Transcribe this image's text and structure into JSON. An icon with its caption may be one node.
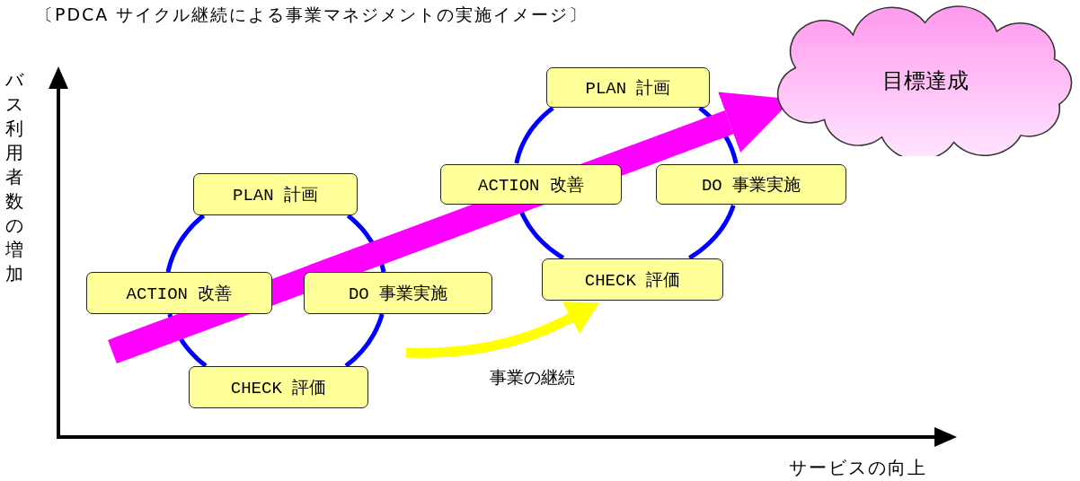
{
  "diagram": {
    "title": "〔PDCA サイクル継続による事業マネジメントの実施イメージ〕",
    "nodes": [
      {
        "text": [
          "PLAN 計画"
        ]
      },
      {
        "text": [
          "DO 事業実施"
        ]
      },
      {
        "text": [
          "CHECK 評価"
        ]
      },
      {
        "text": [
          "ACTION 改善"
        ]
      },
      {
        "text": [
          "PLAN 計画"
        ]
      },
      {
        "text": [
          "DO 事業実施"
        ]
      },
      {
        "text": [
          "CHECK 評価"
        ]
      },
      {
        "text": [
          "ACTION 改善"
        ]
      },
      {
        "text": [
          "目標達成"
        ]
      }
    ],
    "edges": [
      {
        "from": 0,
        "to": 1,
        "arrow": "none"
      },
      {
        "from": 1,
        "to": 2,
        "arrow": "none"
      },
      {
        "from": 2,
        "to": 3,
        "arrow": "none"
      },
      {
        "from": 3,
        "to": 0,
        "arrow": "none"
      },
      {
        "from": 4,
        "to": 5,
        "arrow": "none"
      },
      {
        "from": 5,
        "to": 6,
        "arrow": "none"
      },
      {
        "from": 6,
        "to": 7,
        "arrow": "none"
      },
      {
        "from": 7,
        "to": 4,
        "arrow": "none"
      },
      {
        "from": null,
        "to": 8,
        "arrow": "to",
        "style": "thick",
        "color": "#ff00ff"
      },
      {
        "from": null,
        "to": 6,
        "arrow": "to",
        "label": "事業の継続",
        "style": "thick",
        "color": "#ffff00"
      }
    ],
    "labels": [
      "バス利用者数の増加",
      "サービスの向上"
    ]
  }
}
